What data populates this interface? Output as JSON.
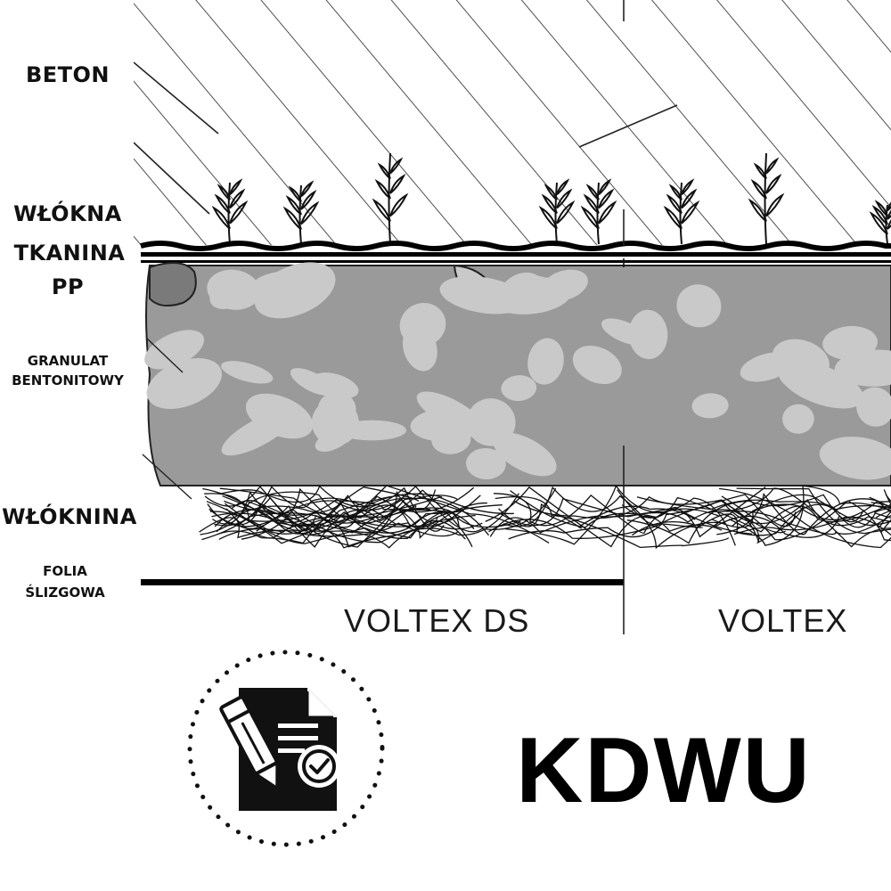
{
  "layers": {
    "beton": "BETON",
    "wlokna": "WŁÓKNA",
    "tkanina_line1": "TKANINA",
    "tkanina_line2": "PP",
    "granulat_line1": "GRANULAT",
    "granulat_line2": "BENTONITOWY",
    "wloknina": "WŁÓKNINA",
    "folia_line1": "FOLIA",
    "folia_line2": "ŚLIZGOWA"
  },
  "products": {
    "left": "VOLTEX DS",
    "right": "VOLTEX"
  },
  "badge": {
    "icon": "document-signed-icon",
    "title": "KDWU"
  },
  "colors": {
    "ink": "#111111",
    "granulate_dark": "#9a9a9a",
    "granulate_light": "#c9c9c9",
    "background": "#ffffff"
  }
}
